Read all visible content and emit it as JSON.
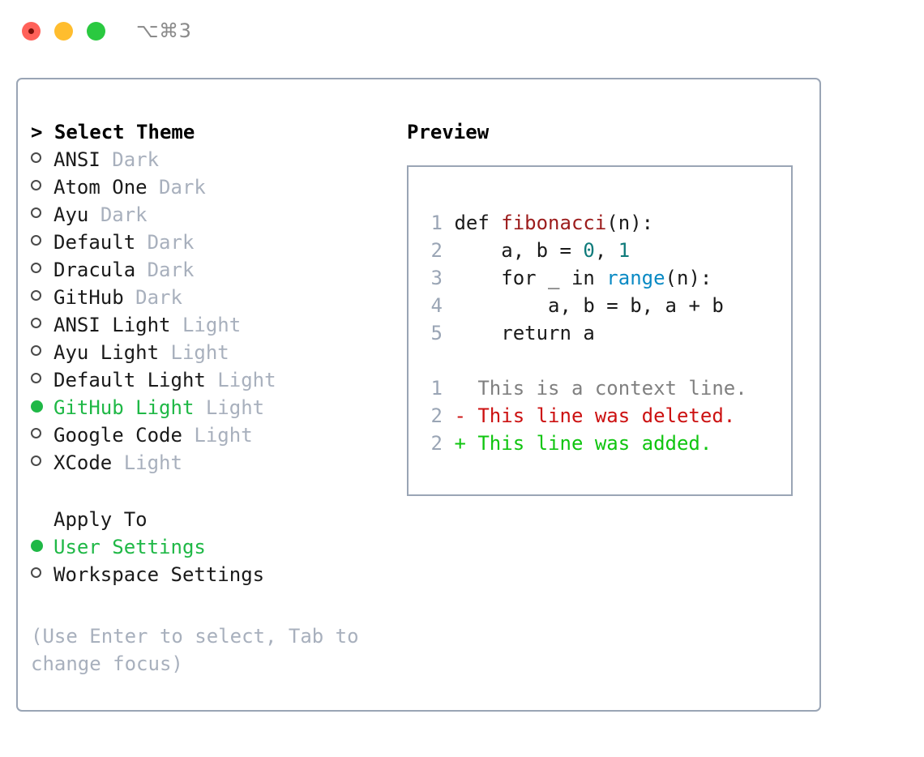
{
  "window": {
    "shortcut": "⌥⌘3",
    "traffic_lights": [
      "close-red",
      "minimize-yellow",
      "maximize-green"
    ]
  },
  "colors": {
    "accent_green": "#1fb846",
    "border": "#9aa5b5",
    "muted": "#a8b0bd",
    "text": "#1a1a1a",
    "diff_add": "#10c510",
    "diff_del": "#cc1111",
    "diff_ctx": "#808080",
    "code_fn": "#9c1c1c",
    "code_num": "#0f7b7b",
    "code_kw": "#0a8ac4"
  },
  "theme_section": {
    "heading": "> Select Theme",
    "items": [
      {
        "label": "ANSI",
        "tag": "Dark",
        "selected": false,
        "bullet": "○"
      },
      {
        "label": "Atom One",
        "tag": "Dark",
        "selected": false,
        "bullet": "○"
      },
      {
        "label": "Ayu",
        "tag": "Dark",
        "selected": false,
        "bullet": "○"
      },
      {
        "label": "Default",
        "tag": "Dark",
        "selected": false,
        "bullet": "○"
      },
      {
        "label": "Dracula",
        "tag": "Dark",
        "selected": false,
        "bullet": "○"
      },
      {
        "label": "GitHub",
        "tag": "Dark",
        "selected": false,
        "bullet": "○"
      },
      {
        "label": "ANSI Light",
        "tag": "Light",
        "selected": false,
        "bullet": "○"
      },
      {
        "label": "Ayu Light",
        "tag": "Light",
        "selected": false,
        "bullet": "○"
      },
      {
        "label": "Default Light",
        "tag": "Light",
        "selected": false,
        "bullet": "○"
      },
      {
        "label": "GitHub Light",
        "tag": "Light",
        "selected": true,
        "bullet": "●"
      },
      {
        "label": "Google Code",
        "tag": "Light",
        "selected": false,
        "bullet": "○"
      },
      {
        "label": "XCode",
        "tag": "Light",
        "selected": false,
        "bullet": "○"
      }
    ]
  },
  "apply_section": {
    "heading": "Apply To",
    "items": [
      {
        "label": "User Settings",
        "selected": true,
        "bullet": "●"
      },
      {
        "label": "Workspace Settings",
        "selected": false,
        "bullet": "○"
      }
    ]
  },
  "hint": "(Use Enter to select, Tab to change focus)",
  "preview": {
    "title": "Preview",
    "code_lines": [
      {
        "num": "1",
        "tokens": [
          {
            "t": "def ",
            "k": "plain"
          },
          {
            "t": "fibonacci",
            "k": "fn"
          },
          {
            "t": "(n):",
            "k": "plain"
          }
        ]
      },
      {
        "num": "2",
        "tokens": [
          {
            "t": "    a, b = ",
            "k": "plain"
          },
          {
            "t": "0",
            "k": "num"
          },
          {
            "t": ", ",
            "k": "plain"
          },
          {
            "t": "1",
            "k": "num"
          }
        ]
      },
      {
        "num": "3",
        "tokens": [
          {
            "t": "    for _ in ",
            "k": "plain"
          },
          {
            "t": "range",
            "k": "kw"
          },
          {
            "t": "(n):",
            "k": "plain"
          }
        ]
      },
      {
        "num": "4",
        "tokens": [
          {
            "t": "        a, b = b, a + b",
            "k": "plain"
          }
        ]
      },
      {
        "num": "5",
        "tokens": [
          {
            "t": "    return a",
            "k": "plain"
          }
        ]
      }
    ],
    "diff_lines": [
      {
        "num": "1",
        "marker": "  ",
        "text": "This is a context line.",
        "kind": "ctx"
      },
      {
        "num": "2",
        "marker": "- ",
        "text": "This line was deleted.",
        "kind": "del"
      },
      {
        "num": "2",
        "marker": "+ ",
        "text": "This line was added.",
        "kind": "add"
      }
    ]
  }
}
